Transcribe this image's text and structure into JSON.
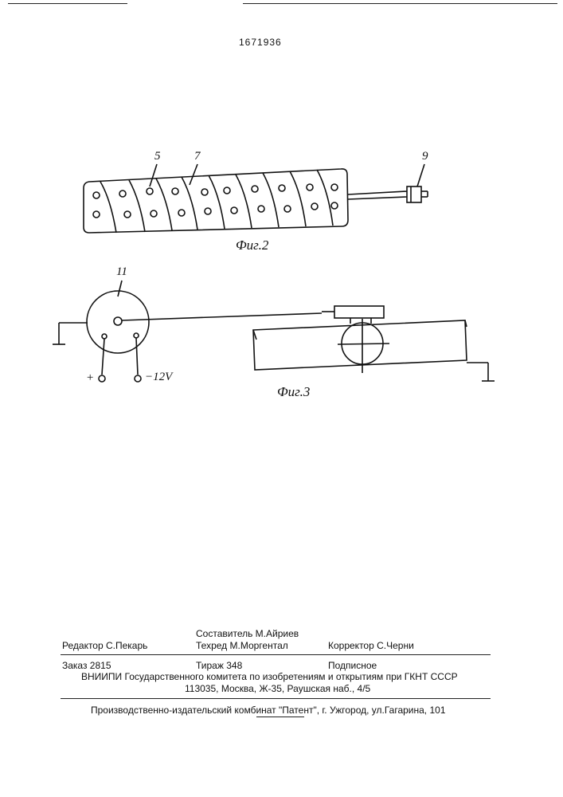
{
  "patent_number": "1671936",
  "figure2": {
    "caption": "Фиг.2",
    "callouts": [
      "5",
      "7",
      "9"
    ]
  },
  "figure3": {
    "caption": "Фиг.3",
    "callout": "11",
    "terminal_plus": "+",
    "terminal_minus": "−12V"
  },
  "imprint": {
    "compiler": "Составитель  М.Айриев",
    "editor": "Редактор  С.Пекарь",
    "techred": "Техред М.Моргентал",
    "corrector": "Корректор С.Черни",
    "order": "Заказ  2815",
    "circulation": "Тираж   348",
    "subscription": "Подписное",
    "institute": "ВНИИПИ Государственного комитета по изобретениям и открытиям при ГКНТ СССР",
    "address": "113035, Москва, Ж-35, Раушская наб., 4/5",
    "publisher": "Производственно-издательский комбинат \"Патент\", г. Ужгород, ул.Гагарина, 101"
  }
}
